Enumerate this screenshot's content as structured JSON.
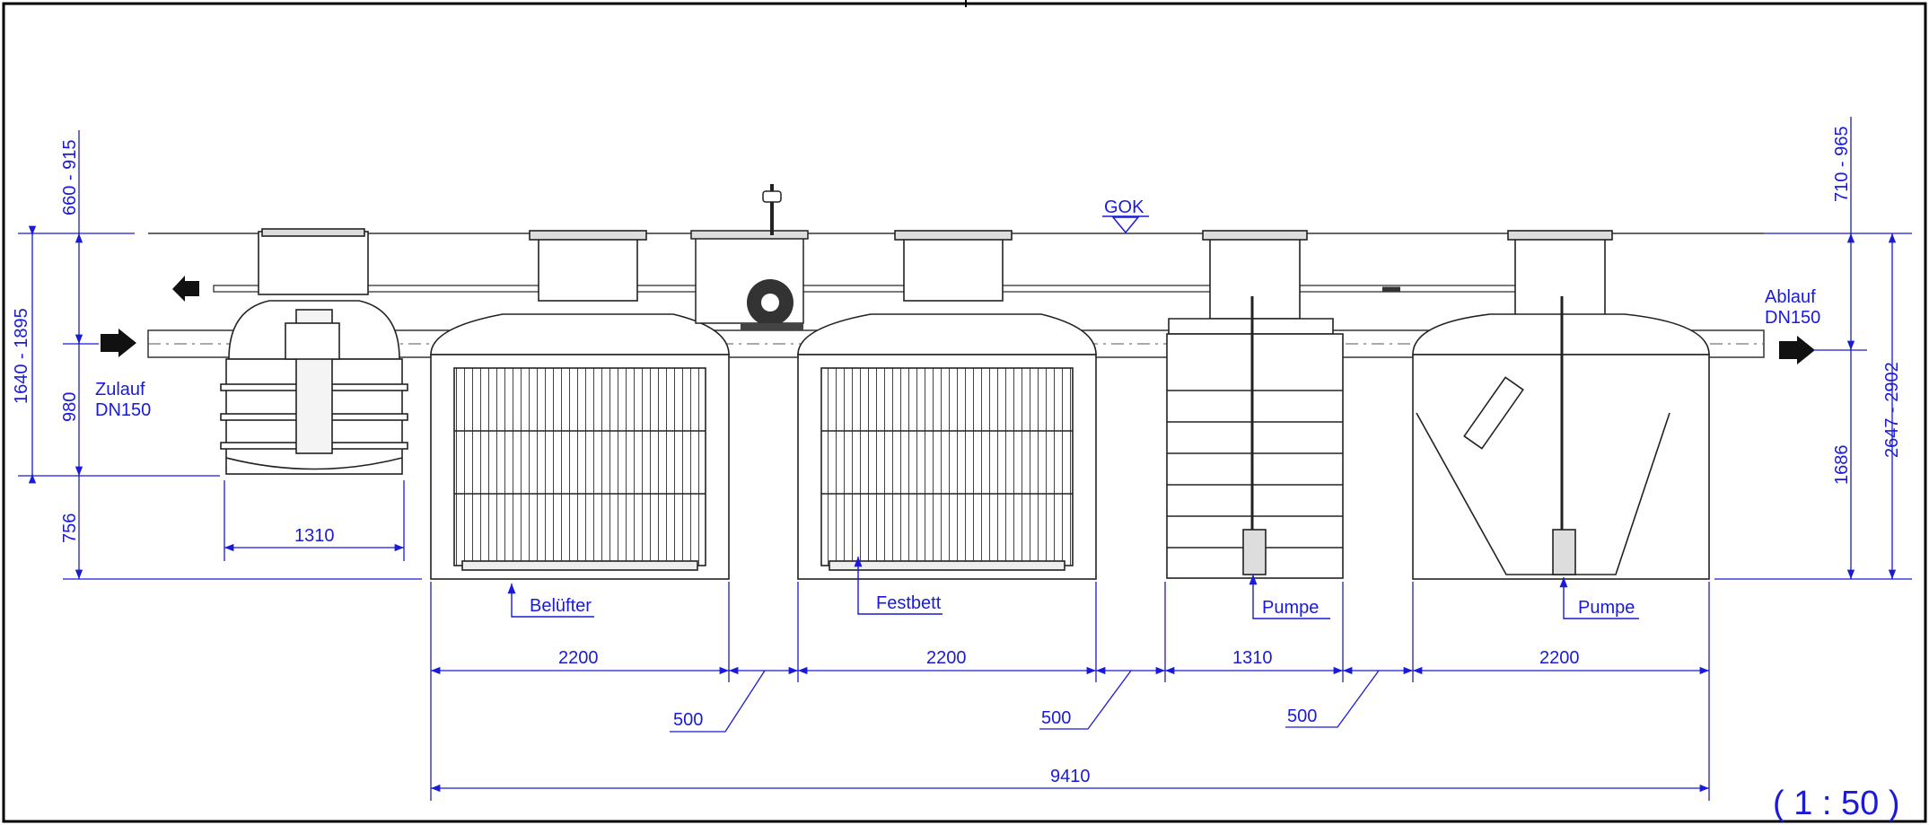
{
  "colors": {
    "dimension": "#1a1ad8",
    "tank": "#222222",
    "frame": "#000000"
  },
  "labels": {
    "gok": "GOK",
    "inlet_line1": "Zulauf",
    "inlet_line2": "DN150",
    "outlet_line1": "Ablauf",
    "outlet_line2": "DN150",
    "aerator": "Belüfter",
    "fixed_bed": "Festbett",
    "pump1": "Pumpe",
    "pump2": "Pumpe",
    "scale": "( 1 : 50 )"
  },
  "dimensions": {
    "left_cover_range": "660 - 915",
    "left_depth_range": "1640 - 1895",
    "left_pipe_depth": "980",
    "left_bottom": "756",
    "right_cover_range": "710 - 965",
    "right_depth_range": "2647 - 2902",
    "right_pipe_depth": "1686",
    "tank0_width": "1310",
    "tank1_width": "2200",
    "tank2_width": "2200",
    "tank3_width": "1310",
    "tank4_width": "2200",
    "gap1": "500",
    "gap2": "500",
    "gap3": "500",
    "total_width": "9410"
  },
  "icons": [
    "inlet-arrow-icon",
    "outlet-arrow-icon",
    "return-arrow-icon",
    "water-level-icon",
    "blower-icon",
    "vent-icon"
  ]
}
